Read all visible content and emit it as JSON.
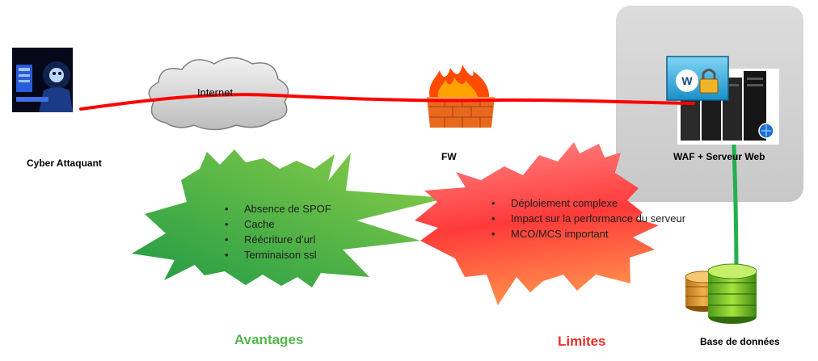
{
  "labels": {
    "attacker": "Cyber Attaquant",
    "internet": "Internet",
    "firewall": "FW",
    "server": "WAF  + Serveur Web",
    "database": "Base de données"
  },
  "advantages": {
    "title": "Avantages",
    "items": [
      "Absence de SPOF",
      "Cache",
      "Réécriture d’url",
      "Terminaison ssl"
    ],
    "color": "#4fb84a"
  },
  "limits": {
    "title": "Limites",
    "items": [
      "Déploiement complexe",
      "Impact sur la performance du serveur",
      "MCO/MCS important"
    ],
    "color": "#e8302a"
  },
  "colors": {
    "attack_line": "#ff0000",
    "db_link": "#22b14c",
    "server_zone": "#d3d3d3"
  },
  "icons": {
    "attacker": "hooded-hacker-icon",
    "internet": "cloud-icon",
    "firewall": "burning-wall-icon",
    "waf": "web-lock-icon",
    "server": "server-tower-icon",
    "database": "database-stack-icon"
  }
}
